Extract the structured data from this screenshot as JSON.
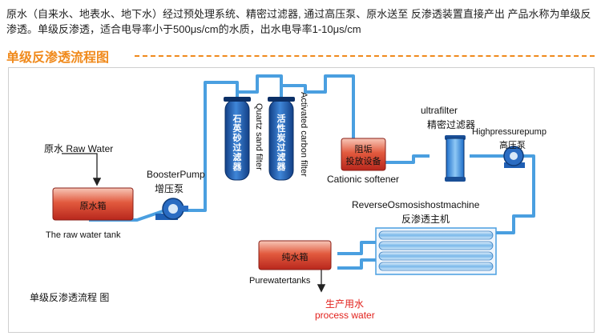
{
  "intro": {
    "text": "原水（自来水、地表水、地下水）经过预处理系统、精密过滤器, 通过高压泵、原水送至 反渗透装置直接产出 产品水称为单级反渗透。单级反渗透，适合电导率小于500μs/cm的水质，出水电导率1-10μs/cm"
  },
  "section_title": "单级反渗透流程图",
  "diagram": {
    "raw_water_label": "原水 Raw Water",
    "raw_tank": {
      "cn": "原水箱",
      "en": "The raw water tank"
    },
    "booster_pump": {
      "en": "BoosterPump",
      "cn": "增压泵"
    },
    "quartz_filter": {
      "cn": "石英砂过滤器",
      "en": "Quartz sand filter"
    },
    "carbon_filter": {
      "cn": "活性炭过滤器",
      "en": "Activated carbon filter"
    },
    "softener": {
      "cn_line1": "阻垢",
      "cn_line2": "投放设备",
      "en": "Cationic softener"
    },
    "ultrafilter": {
      "en": "ultrafilter",
      "cn": "精密过滤器"
    },
    "hp_pump": {
      "en": "Highpressurepump",
      "cn": "高压泵"
    },
    "ro": {
      "en": "ReverseOsmosishostmachine",
      "cn": "反渗透主机"
    },
    "pure_tank": {
      "cn": "纯水箱",
      "en": "Purewatertanks"
    },
    "process_water": {
      "cn": "生产用水",
      "en": "process water"
    },
    "caption": "单级反渗透流程 图"
  },
  "colors": {
    "accent": "#f08a1c",
    "pipe": "#4a9fe0",
    "tank_red": "#d9342b",
    "filter_blue": "#1f5fb4",
    "highlight_red": "#e2211c"
  }
}
